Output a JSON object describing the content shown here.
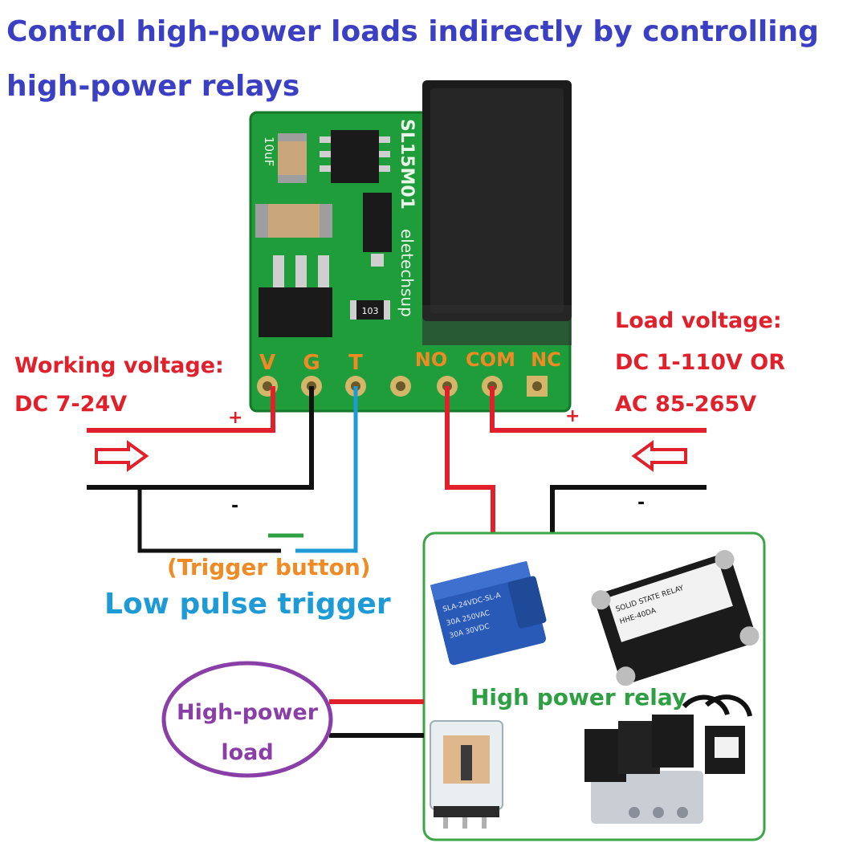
{
  "title": {
    "line1": "Control high-power loads indirectly by controlling",
    "line2": "high-power relays"
  },
  "board": {
    "model_text": "SL15M01",
    "site_text": "eletechsup",
    "cap_text": "10uF",
    "resistor_code": "103",
    "pins": [
      "V",
      "G",
      "T",
      "NO",
      "COM",
      "NC"
    ]
  },
  "working": {
    "label": "Working voltage:",
    "value": "DC 7-24V",
    "plus": "+",
    "minus": "-"
  },
  "load_voltage": {
    "label": "Load voltage:",
    "line1": "DC 1-110V OR",
    "line2": "AC 85-265V",
    "plus": "+",
    "minus": "-"
  },
  "trigger": {
    "button": "(Trigger button)",
    "mode": "Low pulse trigger"
  },
  "relay_panel": {
    "label": "High power relay",
    "relay1": {
      "model": "SLA-24VDC-SL-A",
      "text2": "30A 250VAC",
      "text3": "30A 30VDC"
    },
    "ssr": {
      "line1": "SOLID STATE RELAY",
      "line2": "HHE-40DA"
    }
  },
  "load": {
    "line1": "High-power",
    "line2": "load"
  },
  "colors": {
    "title": "#3b3fc4",
    "red_wire": "#e0202a",
    "blue_wire": "#1e9ad6",
    "black_wire": "#111111",
    "green_frame": "#3aa646",
    "trigger_orange": "#f08a24",
    "load_purple": "#8a3fa8",
    "pcb_green": "#1f9d3a",
    "relay_black": "#1b1b1b"
  }
}
